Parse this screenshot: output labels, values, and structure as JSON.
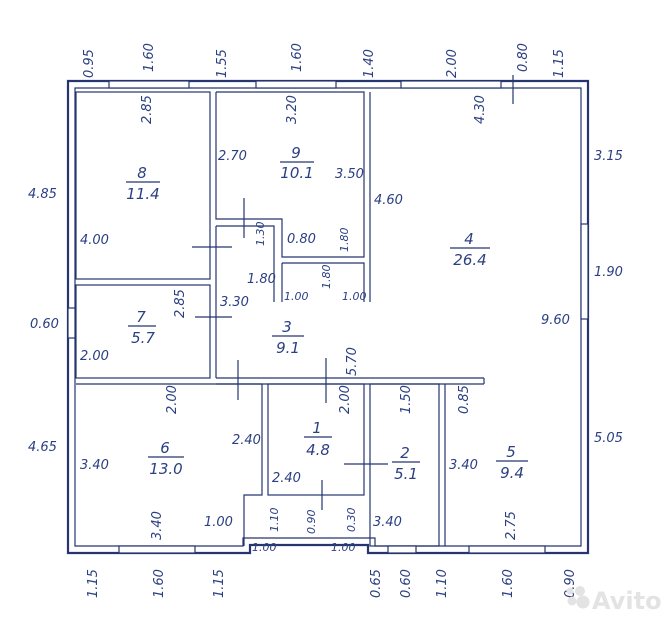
{
  "top_dims": [
    "0.95",
    "1.60",
    "1.55",
    "1.60",
    "1.40",
    "2.00",
    "0.80",
    "1.15"
  ],
  "bottom_dims": [
    "1.15",
    "1.60",
    "1.15",
    "0.65",
    "0.60",
    "1.10",
    "1.60",
    "0.90"
  ],
  "left_dims": [
    "4.85",
    "0.60",
    "4.65"
  ],
  "right_dims": [
    "3.15",
    "1.90",
    "5.05"
  ],
  "rooms": [
    {
      "number": "1",
      "area": "4.8"
    },
    {
      "number": "2",
      "area": "5.1"
    },
    {
      "number": "3",
      "area": "9.1"
    },
    {
      "number": "4",
      "area": "26.4"
    },
    {
      "number": "5",
      "area": "9.4"
    },
    {
      "number": "6",
      "area": "13.0"
    },
    {
      "number": "7",
      "area": "5.7"
    },
    {
      "number": "8",
      "area": "11.4"
    },
    {
      "number": "9",
      "area": "10.1"
    }
  ],
  "inner_dims": {
    "r8_top": "2.85",
    "r8_left": "4.00",
    "r9_top": "3.20",
    "r9_left": "2.70",
    "r9_right": "3.50",
    "r4_top": "4.30",
    "r4_left": "4.60",
    "r4_right": "9.60",
    "c_130": "1.30",
    "c_080": "0.80",
    "c_180a": "1.80",
    "c_180b": "1.80",
    "c_180c": "1.80",
    "c_100a": "1.00",
    "c_100b": "1.00",
    "r7_top": "2.85",
    "r7_right": "3.30",
    "r7_bottom": "2.00",
    "r3_right": "5.70",
    "r6_top": "2.00",
    "r6_left": "3.40",
    "r6_right": "2.40",
    "r6_bottom": "3.40",
    "r6_step": "1.00",
    "r1_top": "2.00",
    "r1_left": "2.40",
    "r1_b_110": "1.10",
    "r1_b_090": "0.90",
    "r1_b_030": "0.30",
    "r1_b_100a": "1.00",
    "r1_b_100b": "1.00",
    "r2_top": "1.50",
    "r2_left": "3.40",
    "r5_top": "0.85",
    "r5_left": "3.40",
    "r5_bottom": "2.75"
  },
  "watermark": "Avito"
}
